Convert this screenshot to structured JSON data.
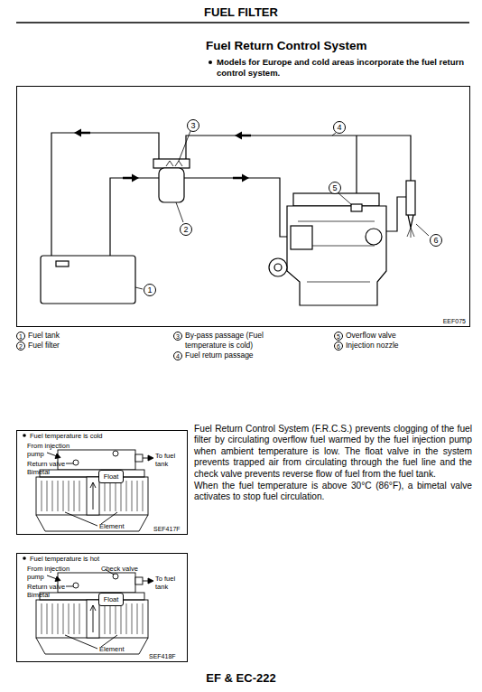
{
  "diagram": {
    "title": "FUEL FILTER",
    "nodes": [
      {
        "text": [
          "EEF075"
        ]
      },
      {
        "text": [
          "3"
        ],
        "in": 0
      },
      {
        "text": [
          "4"
        ],
        "in": 0
      },
      {
        "text": [
          "5"
        ],
        "in": 0
      },
      {
        "text": [
          "2"
        ],
        "in": 0
      },
      {
        "text": [
          "6"
        ],
        "in": 0
      },
      {
        "text": [
          "1"
        ],
        "in": 0
      },
      {
        "text": [
          "1"
        ]
      },
      {
        "text": [
          "3"
        ]
      },
      {
        "text": [
          "5"
        ]
      },
      {
        "text": [
          "2"
        ]
      },
      {
        "text": [
          "4"
        ]
      },
      {
        "text": [
          "6"
        ]
      },
      {
        "text": [
          "Fuel temperature is cold"
        ]
      },
      {
        "text": [
          "Float"
        ],
        "in": 13
      },
      {
        "text": [
          "Fuel temperature is hot"
        ]
      },
      {
        "text": [
          "Float"
        ],
        "in": 15
      }
    ],
    "labels": [
      "Fuel Return Control System",
      "Models for Europe and cold areas incorporate the fuel return control system.",
      "Fuel tank",
      "By-pass passage (Fuel temperature is cold)",
      "Overflow valve",
      "Fuel filter",
      "Fuel return passage",
      "Injection nozzle",
      "From injection pump",
      "To fuel tank",
      "Return valve",
      "Bimetal",
      "Element",
      "SEF417F",
      "Fuel Return Control System (F.R.C.S.) prevents clogging of the fuel filter by circulating overflow fuel warmed by the fuel injection pump when ambient temperature is low. The float valve in the system prevents trapped air from circulating through the fuel line and the check valve prevents reverse flow of fuel from the fuel tank.",
      "When the fuel temperature is above 30°C (86°F), a bimetal valve activates to stop fuel circulation.",
      "Check valve",
      "From injection pump",
      "Return valve",
      "To fuel tank",
      "Bimetal",
      "Element",
      "SEF418F",
      "EF & EC-222"
    ]
  }
}
